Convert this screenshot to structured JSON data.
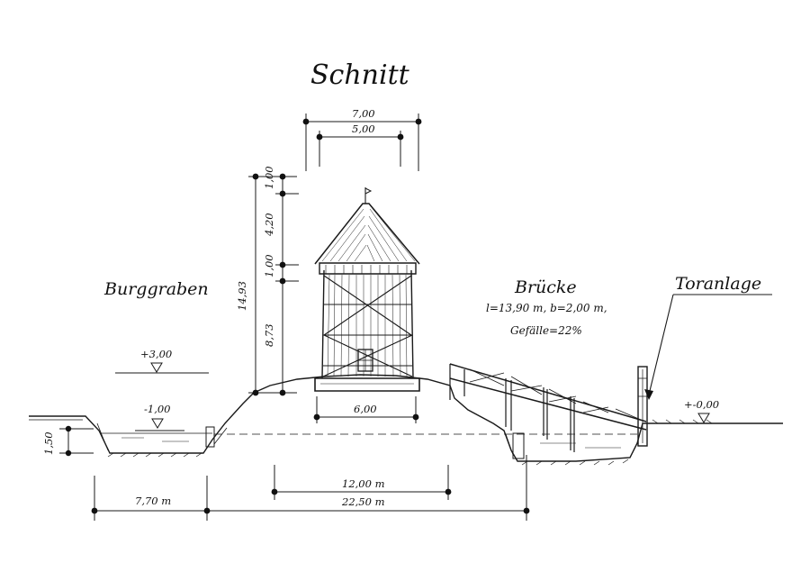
{
  "title": "Schnitt",
  "labels": {
    "moat": "Burggraben",
    "bridge": "Brücke",
    "bridge_specs": "l=13,90 m, b=2,00 m,",
    "bridge_slope": "Gefälle=22%",
    "gate": "Toranlage"
  },
  "levels": {
    "upper": "+3,00",
    "water": "-1,00",
    "zero": "+-0,00"
  },
  "dimensions": {
    "top_outer": "7,00",
    "top_inner": "5,00",
    "tower_base": "6,00",
    "height_total": "14,93",
    "h_roof_top": "1,00",
    "h_roof": "4,20",
    "h_gallery": "1,00",
    "h_shaft": "8,73",
    "moat_depth": "1,50",
    "mound_base": "12,00 m",
    "moat_width": "7,70 m",
    "overall": "22,50 m"
  }
}
